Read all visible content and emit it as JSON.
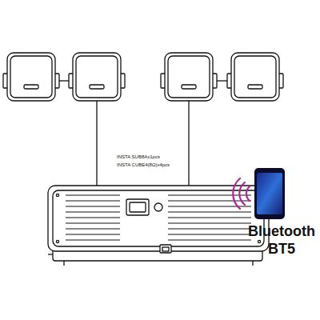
{
  "diagram": {
    "labels": [
      "INSTA SUB8Ax1pcs",
      "INSTA CUBE4(8Ω)x4pcs",
      "Bluetooth",
      "BT5"
    ]
  }
}
